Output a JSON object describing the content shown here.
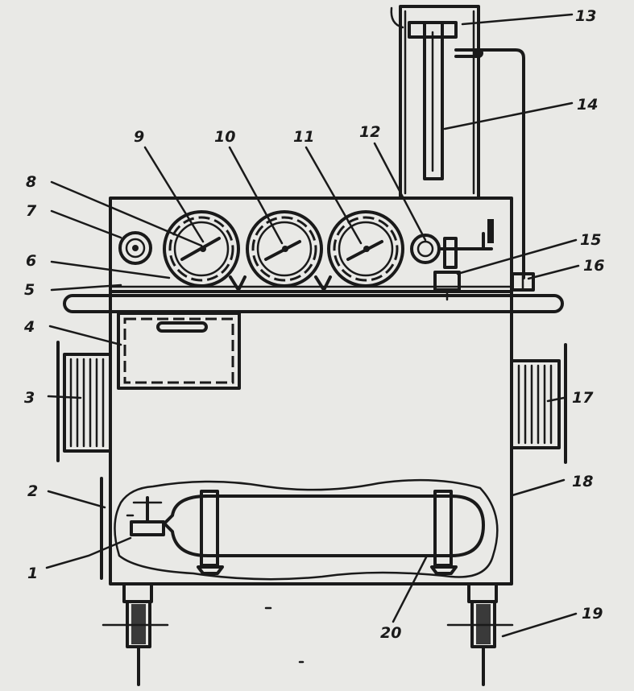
{
  "figure": {
    "callouts": [
      {
        "id": "c1",
        "label": "1"
      },
      {
        "id": "c2",
        "label": "2"
      },
      {
        "id": "c3",
        "label": "3"
      },
      {
        "id": "c4",
        "label": "4"
      },
      {
        "id": "c5",
        "label": "5"
      },
      {
        "id": "c6",
        "label": "6"
      },
      {
        "id": "c7",
        "label": "7"
      },
      {
        "id": "c8",
        "label": "8"
      },
      {
        "id": "c9",
        "label": "9"
      },
      {
        "id": "c10",
        "label": "10"
      },
      {
        "id": "c11",
        "label": "11"
      },
      {
        "id": "c12",
        "label": "12"
      },
      {
        "id": "c13",
        "label": "13"
      },
      {
        "id": "c14",
        "label": "14"
      },
      {
        "id": "c15",
        "label": "15"
      },
      {
        "id": "c16",
        "label": "16"
      },
      {
        "id": "c17",
        "label": "17"
      },
      {
        "id": "c18",
        "label": "18"
      },
      {
        "id": "c19",
        "label": "19"
      },
      {
        "id": "c20",
        "label": "20"
      }
    ]
  }
}
